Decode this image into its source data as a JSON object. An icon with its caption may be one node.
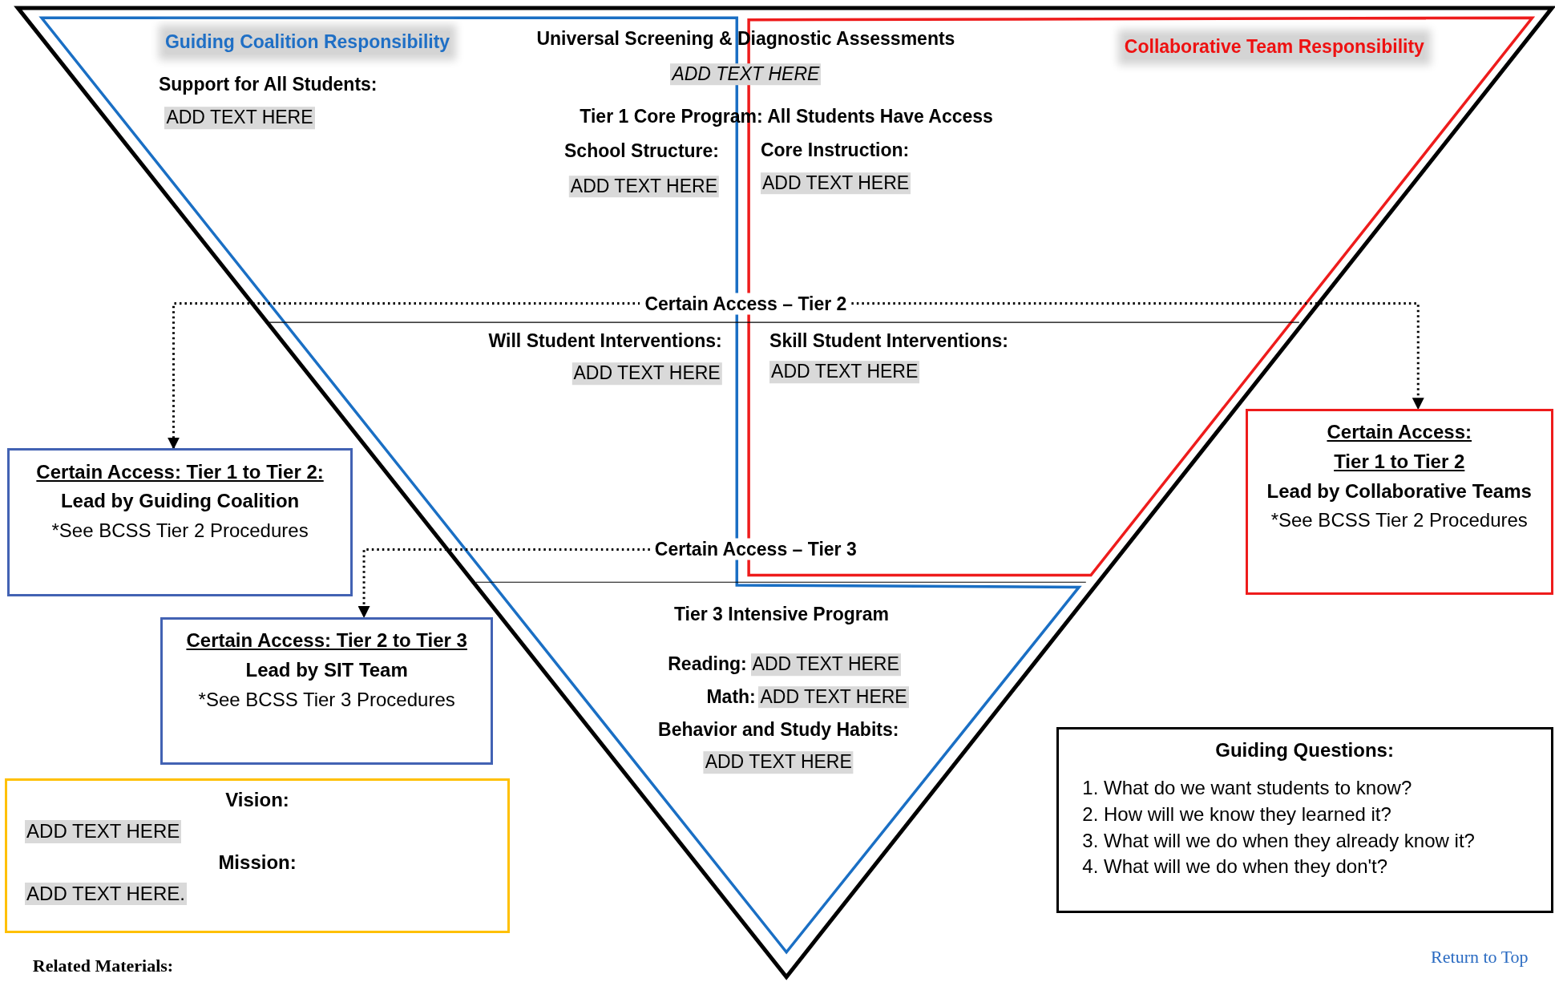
{
  "diagram": {
    "nodes": [
      {
        "text": [
          "Certain Access – Tier 2"
        ]
      },
      {
        "text": [
          "Certain Access:  Tier 1 to Tier 2:",
          "Lead by Guiding Coalition",
          "*See BCSS Tier 2 Procedures"
        ]
      },
      {
        "text": [
          "Certain Access:",
          "Tier 1 to Tier 2",
          "Lead by Collaborative Teams",
          "*See BCSS Tier 2 Procedures"
        ]
      },
      {
        "text": [
          "Certain Access – Tier 3"
        ]
      },
      {
        "text": [
          "Certain Access: Tier 2 to Tier 3",
          "Lead by SIT Team",
          "*See BCSS Tier 3 Procedures"
        ]
      },
      {
        "text": [
          "Vision:",
          "ADD TEXT HERE",
          "Mission:",
          "ADD TEXT HERE."
        ]
      },
      {
        "text": [
          "Guiding Questions:",
          "1.  What do we want students to know?",
          "2.  How will we know they learned it?",
          "3.  What will we do when they already know it?",
          "4.  What will we do when they don't?"
        ]
      }
    ],
    "edges": [
      {
        "from": 0,
        "to": 1,
        "arrow": "to",
        "style": "dashed"
      },
      {
        "from": 0,
        "to": 2,
        "arrow": "to",
        "style": "dashed"
      },
      {
        "from": 3,
        "to": 4,
        "arrow": "to",
        "style": "dashed"
      }
    ],
    "labels": [
      "Guiding Coalition Responsibility",
      "Universal Screening & Diagnostic Assessments",
      "ADD TEXT HERE",
      "Collaborative Team Responsibility",
      "Support for All Students:",
      "ADD TEXT HERE",
      "Tier 1 Core Program: All Students Have Access",
      "School Structure:",
      "ADD TEXT HERE",
      "Core Instruction:",
      "ADD TEXT HERE",
      "Will Student Interventions:",
      "ADD TEXT HERE",
      "Skill Student Interventions:",
      "ADD TEXT HERE",
      "Tier 3 Intensive Program",
      "Reading:",
      "ADD TEXT HERE",
      "Math:",
      "ADD TEXT HERE",
      "Behavior and Study Habits:",
      "ADD TEXT HERE",
      "Related Materials:",
      "Return to Top"
    ]
  }
}
